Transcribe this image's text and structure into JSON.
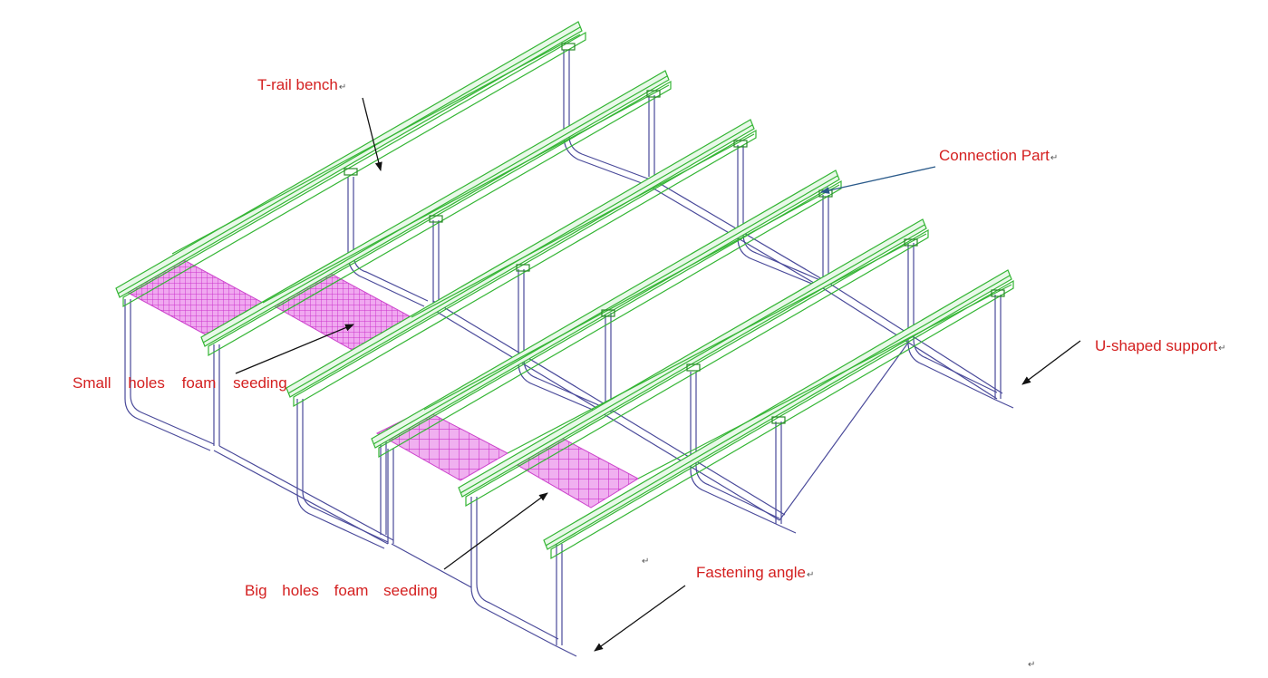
{
  "labels": {
    "t_rail_bench": "T-rail bench",
    "connection_part": "Connection Part",
    "u_shaped_support": "U-shaped support",
    "small_holes": "Small holes foam seeding",
    "big_holes": "Big holes foam seeding",
    "fastening_angle": "Fastening angle"
  },
  "return_mark": "↵",
  "colors": {
    "label_text": "#d42020",
    "rail": "#34b534",
    "support": "#4a4a9a",
    "foam": "#dd55dd",
    "arrow": "#111111",
    "connection_arrow": "#2a5a8a"
  }
}
